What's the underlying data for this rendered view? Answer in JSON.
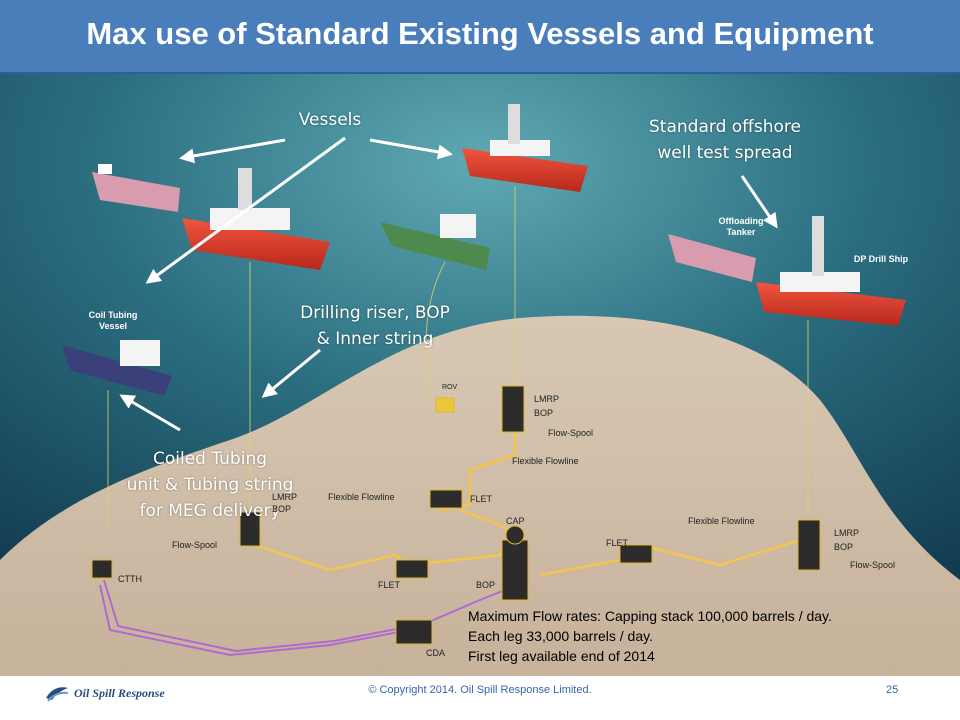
{
  "title": "Max use of Standard Existing Vessels and Equipment",
  "callouts": {
    "vessels": "Vessels",
    "well_test_line1": "Standard offshore",
    "well_test_line2": "well test  spread",
    "riser_line1": "Drilling riser, BOP",
    "riser_line2": "& Inner string",
    "coiled_line1": "Coiled Tubing",
    "coiled_line2": "unit & Tubing string",
    "coiled_line3": "for MEG delivery"
  },
  "diagram_labels": {
    "coil_tubing_vessel": "Coil Tubing\nVessel",
    "offloading_tanker": "Offloading\nTanker",
    "dp_drill_ship": "DP Drill Ship",
    "rov": "ROV",
    "lmrp_1": "LMRP",
    "bop_1": "BOP",
    "flow_spool_1": "Flow-Spool",
    "flexible_flowline_1": "Flexible Flowline",
    "lmrp_2": "LMRP",
    "bop_2": "BOP",
    "flow_spool_2": "Flow-Spool",
    "flexible_flowline_2": "Flexible Flowline",
    "flet_1": "FLET",
    "flet_2": "FLET",
    "flet_3": "FLET",
    "cap": "CAP",
    "bop_3": "BOP",
    "lmrp_3": "LMRP",
    "bop_4": "BOP",
    "flow_spool_3": "Flow-Spool",
    "flexible_flowline_3": "Flexible Flowline",
    "ctth": "CTTH",
    "cda": "CDA"
  },
  "flow_rates": [
    "Maximum Flow rates: Capping stack 100,000 barrels / day.",
    "Each leg 33,000 barrels / day.",
    "First leg available end of 2014"
  ],
  "footer": {
    "logo": "Oil Spill Response",
    "copyright": "© Copyright 2014.  Oil Spill Response Limited.",
    "page_number": "25"
  }
}
